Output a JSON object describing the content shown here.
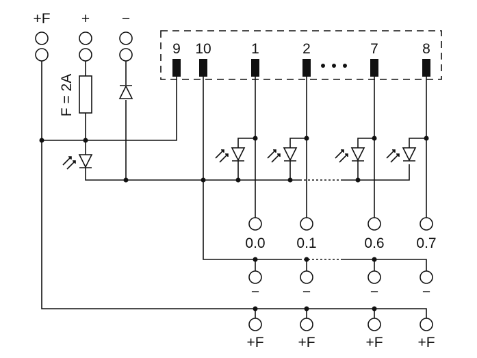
{
  "supply_labels": {
    "plus_f": "+F",
    "plus": "+",
    "minus": "−"
  },
  "fuse_label": "F = 2A",
  "connector_pins": [
    "9",
    "10",
    "1",
    "2",
    "7",
    "8"
  ],
  "ellipsis": "• • •",
  "outputs": [
    "0.0",
    "0.1",
    "0.6",
    "0.7"
  ],
  "ground_labels": [
    "−",
    "−",
    "−",
    "−"
  ],
  "supply_out_labels": [
    "+F",
    "+F",
    "+F",
    "+F"
  ]
}
